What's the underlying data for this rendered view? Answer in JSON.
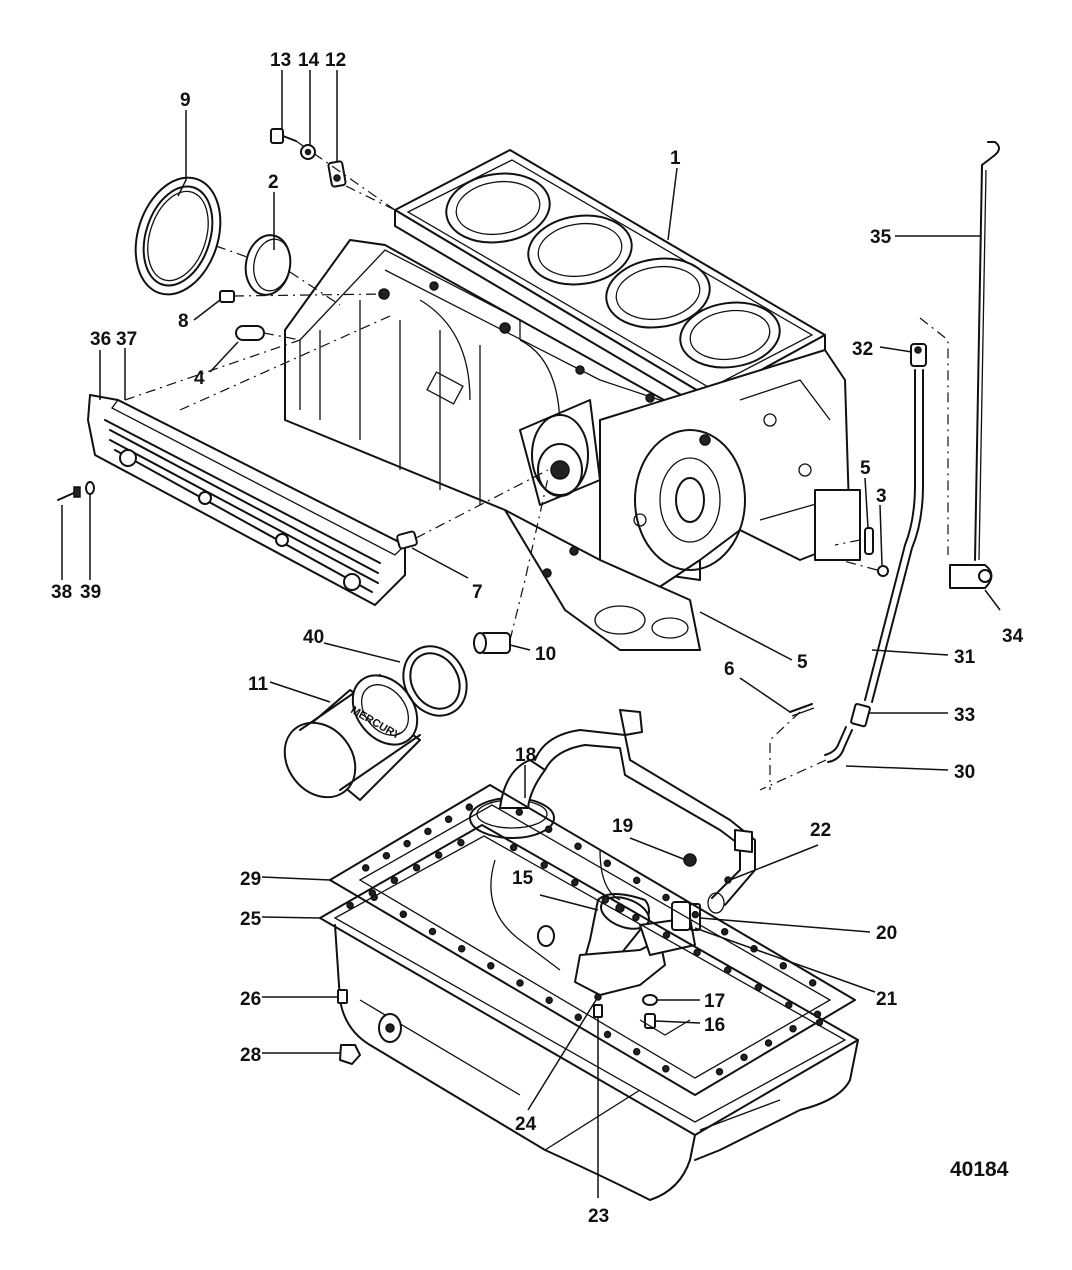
{
  "reference_number": "40184",
  "filter_brand_text": "MERCURY",
  "callouts": [
    {
      "id": "c1",
      "text": "1"
    },
    {
      "id": "c2",
      "text": "2"
    },
    {
      "id": "c3",
      "text": "3"
    },
    {
      "id": "c4",
      "text": "4"
    },
    {
      "id": "c5a",
      "text": "5"
    },
    {
      "id": "c5b",
      "text": "5"
    },
    {
      "id": "c6",
      "text": "6"
    },
    {
      "id": "c7",
      "text": "7"
    },
    {
      "id": "c8",
      "text": "8"
    },
    {
      "id": "c9",
      "text": "9"
    },
    {
      "id": "c10",
      "text": "10"
    },
    {
      "id": "c11",
      "text": "11"
    },
    {
      "id": "c12",
      "text": "12"
    },
    {
      "id": "c13",
      "text": "13"
    },
    {
      "id": "c14",
      "text": "14"
    },
    {
      "id": "c15",
      "text": "15"
    },
    {
      "id": "c16",
      "text": "16"
    },
    {
      "id": "c17",
      "text": "17"
    },
    {
      "id": "c18",
      "text": "18"
    },
    {
      "id": "c19",
      "text": "19"
    },
    {
      "id": "c20",
      "text": "20"
    },
    {
      "id": "c21",
      "text": "21"
    },
    {
      "id": "c22",
      "text": "22"
    },
    {
      "id": "c23",
      "text": "23"
    },
    {
      "id": "c24",
      "text": "24"
    },
    {
      "id": "c25",
      "text": "25"
    },
    {
      "id": "c26",
      "text": "26"
    },
    {
      "id": "c28",
      "text": "28"
    },
    {
      "id": "c29",
      "text": "29"
    },
    {
      "id": "c30",
      "text": "30"
    },
    {
      "id": "c31",
      "text": "31"
    },
    {
      "id": "c32",
      "text": "32"
    },
    {
      "id": "c33",
      "text": "33"
    },
    {
      "id": "c34",
      "text": "34"
    },
    {
      "id": "c35",
      "text": "35"
    },
    {
      "id": "c36",
      "text": "36"
    },
    {
      "id": "c37",
      "text": "37"
    },
    {
      "id": "c38",
      "text": "38"
    },
    {
      "id": "c39",
      "text": "39"
    },
    {
      "id": "c40",
      "text": "40"
    }
  ]
}
